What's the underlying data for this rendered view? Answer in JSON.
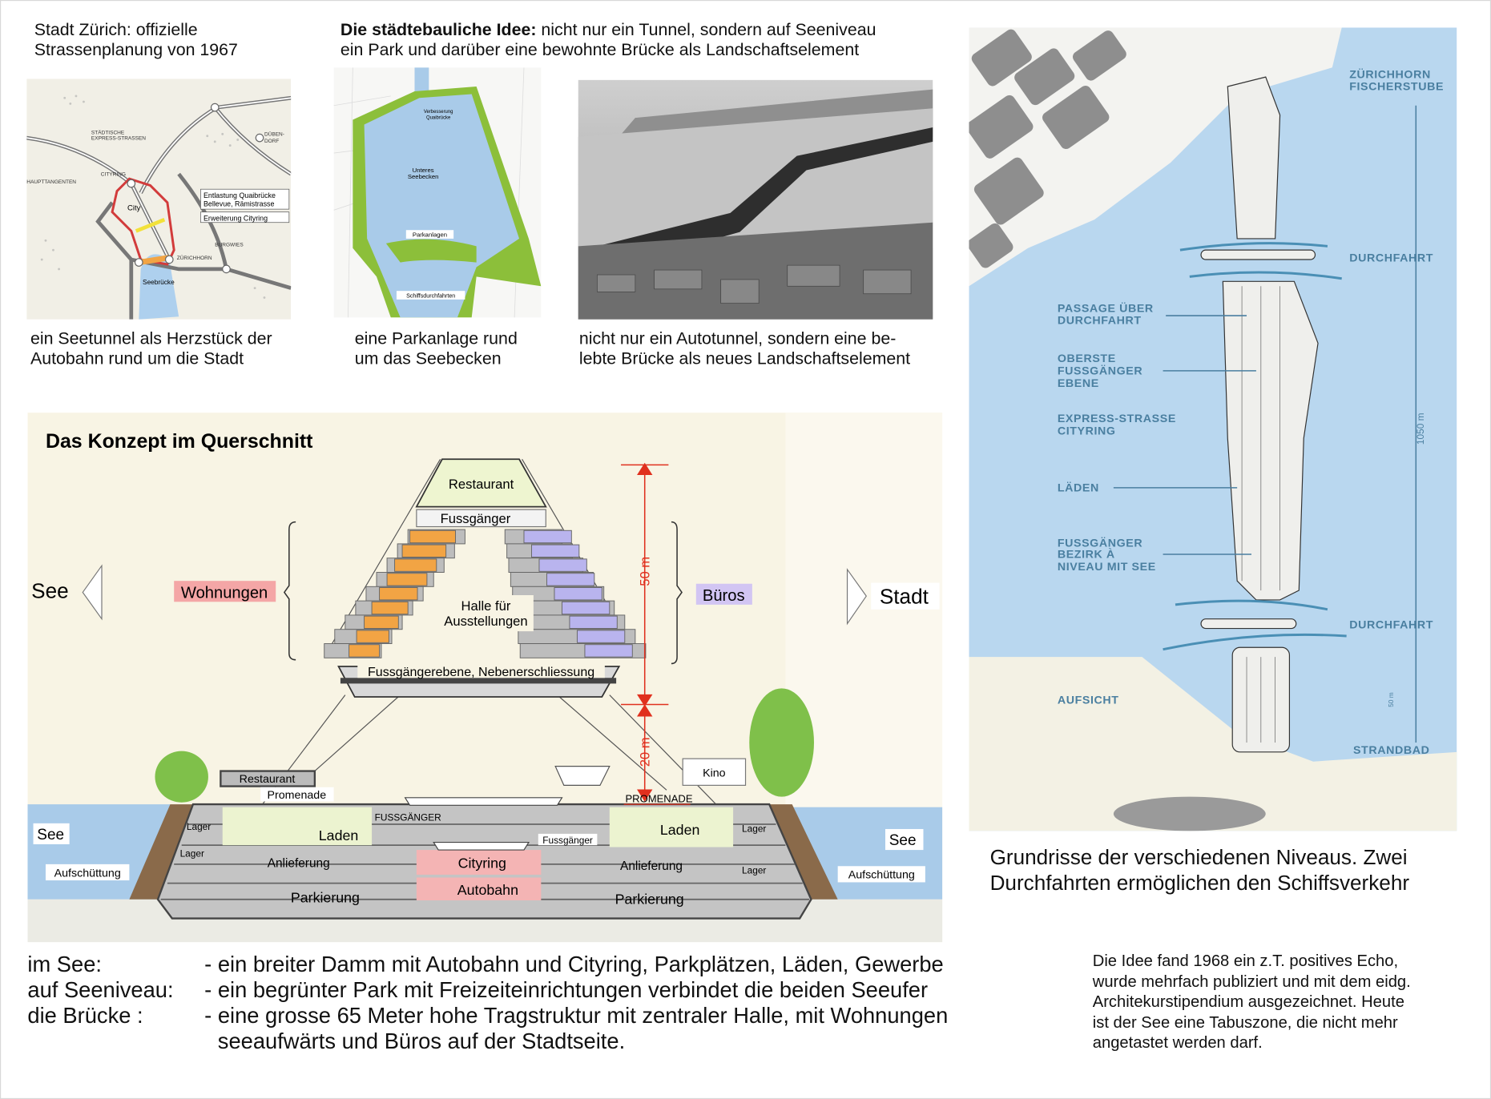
{
  "top_left": {
    "lines": [
      "Stadt Zürich: offizielle",
      "Strassenplanung von 1967"
    ]
  },
  "idea": {
    "bold": "Die städtebauliche Idee:",
    "line1_rest": " nicht nur ein Tunnel, sondern auf Seeniveau",
    "line2": "ein Park und darüber eine bewohnte Brücke als Landschaftselement"
  },
  "map1": {
    "labels": {
      "express": "STÄDTISCHE",
      "express2": "EXPRESS-STRASSEN",
      "dubendorf": "DÜBEN-",
      "dubendorf2": "DORF",
      "cityring": "CITYRING",
      "haupttangenten": "HAUPTTANGENTEN",
      "city": "City",
      "entlastung1": "Entlastung Quaibrücke",
      "entlastung2": "Bellevue, Rämistrasse",
      "erweiterung": "Erweiterung Cityring",
      "burgwies": "BURGWIES",
      "zuerichhorn": "ZÜRICHHORN",
      "seebruecke": "Seebrücke"
    },
    "caption": [
      "ein Seetunnel als Herzstück der",
      "Autobahn rund um die Stadt"
    ]
  },
  "map2": {
    "labels": {
      "verbesserung1": "Verbesserung",
      "verbesserung2": "Quaibrücke",
      "seebecken1": "Unteres",
      "seebecken2": "Seebecken",
      "parkanlagen": "Parkanlagen",
      "schiff": "Schiffsdurchfahrten"
    },
    "caption": [
      "eine Parkanlage rund",
      "um das Seebecken"
    ]
  },
  "photo": {
    "caption": [
      "nicht nur ein Autotunnel, sondern eine be-",
      "lebte Brücke als neues Landschaftselement"
    ]
  },
  "section": {
    "title": "Das Konzept im Querschnitt",
    "see_left": "See",
    "stadt": "Stadt",
    "wohnungen": "Wohnungen",
    "bueros": "Büros",
    "restaurant_top": "Restaurant",
    "fussgaenger_top": "Fussgänger",
    "halle1": "Halle für",
    "halle2": "Ausstellungen",
    "ebene": "Fussgängerebene, Nebenerschliessung",
    "dim50": "50 m",
    "dim20": "20 m",
    "restaurant": "Restaurant",
    "promenade": "Promenade",
    "kino": "Kino",
    "promenade_r": "PROMENADE",
    "fussgaenger_caps": "FUSSGÄNGER",
    "fussgaenger_small": "Fussgänger",
    "laden": "Laden",
    "lager": "Lager",
    "anlieferung": "Anlieferung",
    "cityring": "Cityring",
    "autobahn": "Autobahn",
    "parkierung": "Parkierung",
    "see_low": "See",
    "aufschuettung": "Aufschüttung"
  },
  "plan": {
    "zuerichhorn": "ZÜRICHHORN",
    "fischerstube": "FISCHERSTUBE",
    "durchfahrt": "DURCHFAHRT",
    "passage": [
      "PASSAGE ÜBER",
      "DURCHFAHRT"
    ],
    "oberste": [
      "OBERSTE",
      "FUSSGÄNGER",
      "EBENE"
    ],
    "express": [
      "EXPRESS-STRASSE",
      "CITYRING"
    ],
    "laeden": "LÄDEN",
    "bezirk": [
      "FUSSGÄNGER",
      "BEZIRK À",
      "NIVEAU MIT SEE"
    ],
    "aufsicht": "AUFSICHT",
    "strandbad": "STRANDBAD",
    "length": "1050 m",
    "width": "50 m",
    "caption": [
      "Grundrisse der verschiedenen Niveaus. Zwei",
      "Durchfahrten ermöglichen den Schiffsverkehr"
    ]
  },
  "bottom": {
    "rows": [
      {
        "label": "im See:",
        "text": "- ein breiter Damm mit Autobahn und Cityring, Parkplätzen, Läden, Gewerbe"
      },
      {
        "label": "auf Seeniveau:",
        "text": "- ein begrünter Park mit Freizeiteinrichtungen verbindet die beiden Seeufer"
      },
      {
        "label": "die Brücke :",
        "text": "- eine grosse 65 Meter hohe Tragstruktur mit zentraler Halle, mit Wohnungen"
      }
    ],
    "continuation": "seeaufwärts und Büros auf der Stadtseite.",
    "note": [
      "Die Idee fand 1968 ein z.T. positives Echo,",
      "wurde mehrfach publiziert und mit dem eidg.",
      "Architekurstipendium ausgezeichnet. Heute",
      "ist der See eine Tabuszone, die nicht mehr",
      "angetastet werden darf."
    ]
  },
  "colors": {
    "water": "#a9cbe9",
    "park": "#8cbf3a",
    "orange": "#f2a444",
    "purple": "#b9b4ee",
    "pink": "#f4a6a6",
    "red": "#e0301e",
    "plan_blue": "#4a7fa0"
  }
}
